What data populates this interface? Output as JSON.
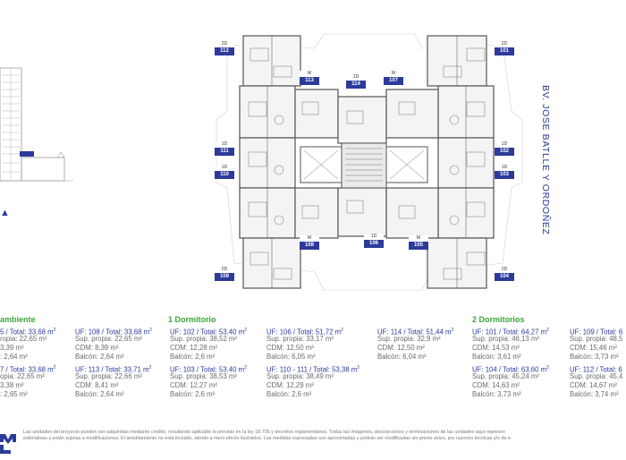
{
  "units": [
    {
      "type": "2D",
      "number": "112"
    },
    {
      "type": "M",
      "number": "113"
    },
    {
      "type": "1D",
      "number": "114"
    },
    {
      "type": "M",
      "number": "107"
    },
    {
      "type": "2D",
      "number": "101"
    },
    {
      "type": "1D",
      "number": "111"
    },
    {
      "type": "1D",
      "number": "110"
    },
    {
      "type": "1D",
      "number": "102"
    },
    {
      "type": "1D",
      "number": "103"
    },
    {
      "type": "M",
      "number": "108"
    },
    {
      "type": "1D",
      "number": "106"
    },
    {
      "type": "M",
      "number": "105"
    },
    {
      "type": "2D",
      "number": "109"
    },
    {
      "type": "2D",
      "number": "104"
    }
  ],
  "street_name": "BV. JOSE BATLLE Y ORDOÑEZ",
  "groups": [
    {
      "heading": "ambiente"
    },
    {
      "heading": "1 Dormitorio"
    },
    {
      "heading": "2 Dormitorios"
    }
  ],
  "specs": [
    {
      "title": "5 / Total: 33,68 m",
      "sup": "2",
      "lines": [
        "ropia: 22,65 m²",
        "3,39 m²",
        ": 2,64 m²"
      ]
    },
    {
      "title": "UF: 108 / Total: 33,68 m",
      "sup": "2",
      "lines": [
        "Sup. propia: 22,65 m²",
        "CDM: 8,39 m²",
        "Balcón: 2,64 m²"
      ]
    },
    {
      "title": "UF: 102 / Total: 53,40 m",
      "sup": "2",
      "lines": [
        "Sup. propia: 38,52 m²",
        "CDM: 12,28 m²",
        "Balcón: 2,6 m²"
      ]
    },
    {
      "title": "UF: 106 / Total: 51,72 m",
      "sup": "2",
      "lines": [
        "Sup. propia: 33,17 m²",
        "CDM: 12,50 m²",
        "Balcón: 6,05 m²"
      ]
    },
    {
      "title": "UF: 114 / Total: 51,44 m",
      "sup": "2",
      "lines": [
        "Sup. propia: 32,9 m²",
        "CDM: 12,50 m²",
        "Balcón: 6,04 m²"
      ]
    },
    {
      "title": "UF: 101 / Total: 64,27 m",
      "sup": "2",
      "lines": [
        "Sup. propia: 46,13 m²",
        "CDM: 14,53 m²",
        "Balcón: 3,61 m²"
      ]
    },
    {
      "title": "UF: 109 / Total: 6",
      "sup": "",
      "lines": [
        "Sup. propia: 48,5",
        "CDM: 15,46 m²",
        "Balcón: 3,73 m²"
      ]
    },
    {
      "title": "7 / Total: 33,68 m",
      "sup": "2",
      "lines": [
        "opia: 22,65 m²",
        "3,38 m²",
        ": 2,65 m²"
      ]
    },
    {
      "title": "UF: 113 / Total: 33,71 m",
      "sup": "2",
      "lines": [
        "Sup. propia: 22,66 m²",
        "CDM: 8,41 m²",
        "Balcón: 2,64 m²"
      ]
    },
    {
      "title": "UF: 103 / Total: 53,40 m",
      "sup": "2",
      "lines": [
        "Sup. propia: 38,53 m²",
        "CDM: 12,27 m²",
        "Balcón: 2,6 m²"
      ]
    },
    {
      "title": "UF: 110 - 111 / Total: 53,38 m",
      "sup": "2",
      "lines": [
        "Sup. propia: 38,49 m²",
        "CDM: 12,29 m²",
        "Balcón: 2,6 m²"
      ]
    },
    {
      "title": "UF: 104 / Total: 63,60 m",
      "sup": "2",
      "lines": [
        "Sup. propia: 45,24 m²",
        "CDM: 14,63 m²",
        "Balcón: 3,73 m²"
      ]
    },
    {
      "title": "UF: 112 / Total: 6",
      "sup": "",
      "lines": [
        "Sup. propia: 45,4",
        "CDM: 14,67 m²",
        "Balcón: 3,74 m²"
      ]
    }
  ],
  "disclaimer": [
    "Las unidades del proyecto pueden ser adquiridas mediante crédito, resultando aplicable lo previsto en la ley 18.795 y decretos reglamentarios. Todas las imágenes, descripciones y terminaciones de las unidades aquí represen",
    "estimativas y están sujetas a modificaciones. El amoblamiento no está incluido, siendo a mero efecto ilustrativo. Las medidas expresadas son aproximadas y podrán ser modificadas sin previo aviso, por razones técnicas y/o de e"
  ],
  "colors": {
    "brand_blue": "#2c3a9a",
    "heading_green": "#3ca63c",
    "text_gray": "#6b6b6b"
  },
  "icons": [
    "building-elevation",
    "floor-plan",
    "north-arrow",
    "brand-logo"
  ]
}
